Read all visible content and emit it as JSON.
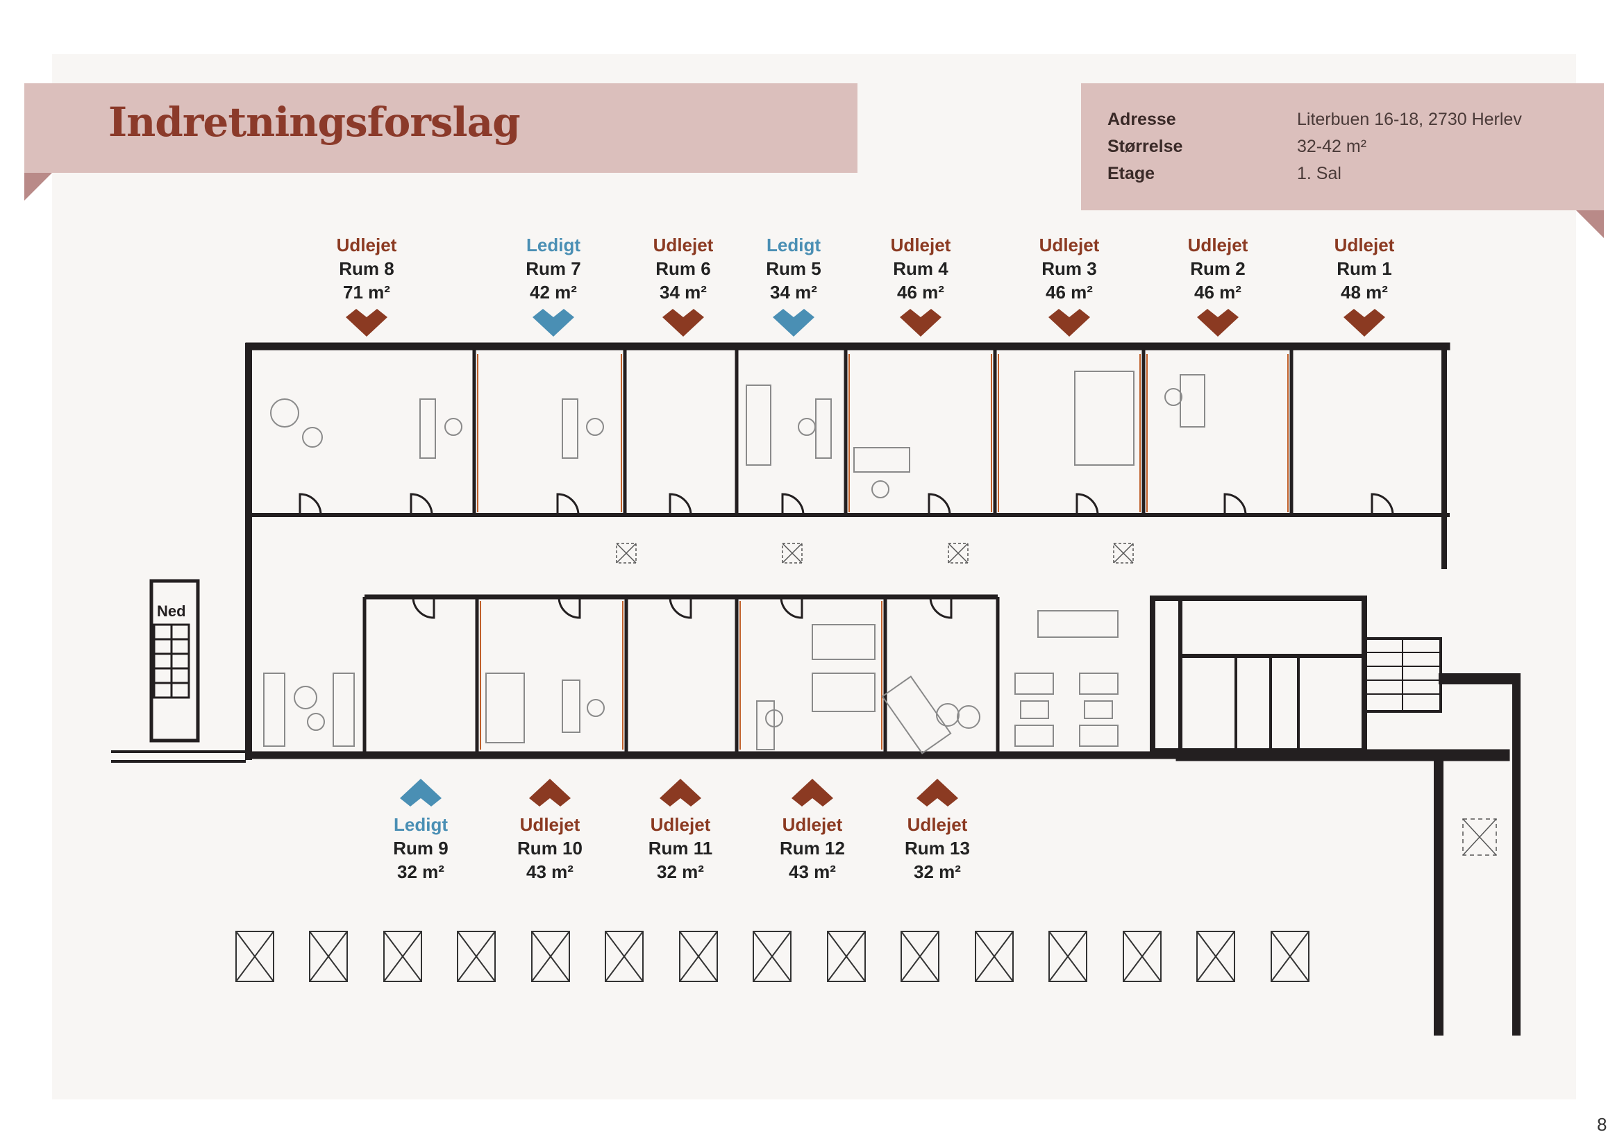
{
  "title": "Indretningsforslag",
  "info": {
    "rows": [
      {
        "label": "Adresse",
        "value": "Literbuen 16-18, 2730 Herlev"
      },
      {
        "label": "Størrelse",
        "value": "32-42 m²"
      },
      {
        "label": "Etage",
        "value": "1. Sal"
      }
    ]
  },
  "colors": {
    "rented": "#8b3a22",
    "free": "#4a8fb4",
    "banner": "#dbbfbc"
  },
  "top_rooms": [
    {
      "status": "Udlejet",
      "name": "Rum 8",
      "area": "71 m²"
    },
    {
      "status": "Ledigt",
      "name": "Rum 7",
      "area": "42 m²"
    },
    {
      "status": "Udlejet",
      "name": "Rum 6",
      "area": "34 m²"
    },
    {
      "status": "Ledigt",
      "name": "Rum 5",
      "area": "34 m²"
    },
    {
      "status": "Udlejet",
      "name": "Rum 4",
      "area": "46 m²"
    },
    {
      "status": "Udlejet",
      "name": "Rum 3",
      "area": "46 m²"
    },
    {
      "status": "Udlejet",
      "name": "Rum 2",
      "area": "46 m²"
    },
    {
      "status": "Udlejet",
      "name": "Rum 1",
      "area": "48 m²"
    }
  ],
  "bottom_rooms": [
    {
      "status": "Ledigt",
      "name": "Rum 9",
      "area": "32 m²"
    },
    {
      "status": "Udlejet",
      "name": "Rum 10",
      "area": "43 m²"
    },
    {
      "status": "Udlejet",
      "name": "Rum 11",
      "area": "32 m²"
    },
    {
      "status": "Udlejet",
      "name": "Rum 12",
      "area": "43 m²"
    },
    {
      "status": "Udlejet",
      "name": "Rum 13",
      "area": "32 m²"
    }
  ],
  "stair_label": "Ned",
  "page_number": "8"
}
